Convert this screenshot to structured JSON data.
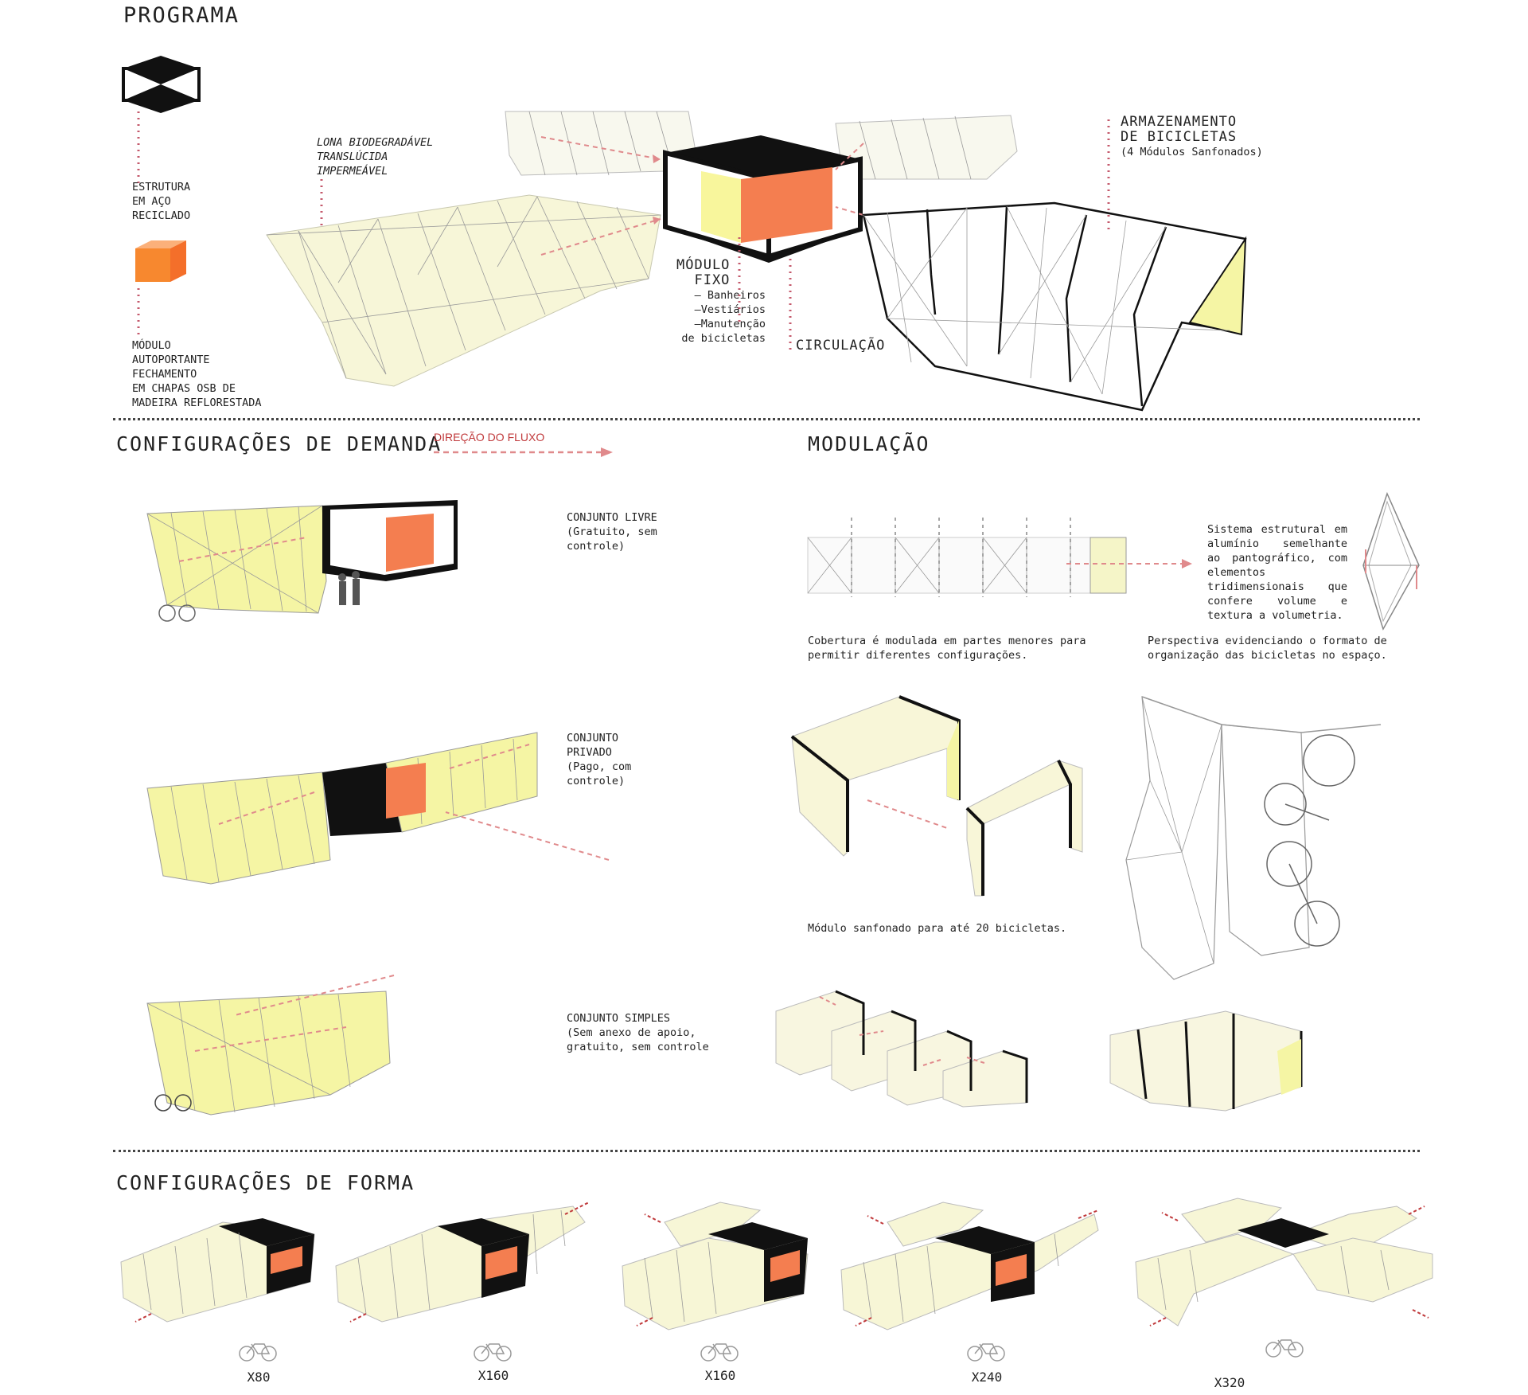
{
  "sections": {
    "programa": "PROGRAMA",
    "demanda": "CONFIGURAÇÕES DE DEMANDA",
    "modulacao": "MODULAÇÃO",
    "forma": "CONFIGURAÇÕES DE FORMA"
  },
  "programa": {
    "estrutura": "ESTRUTURA\nEM AÇO\nRECICLADO",
    "modulo_autoportante": "MÓDULO\nAUTOPORTANTE\nFECHAMENTO\nEM CHAPAS OSB DE\nMADEIRA REFLORESTADA",
    "lona": "LONA BIODEGRADÁVEL\nTRANSLÚCIDA\nIMPERMEÁVEL",
    "modulo_fixo_title": "MÓDULO\nFIXO",
    "modulo_fixo_items": "– Banheiros\n–Vestiários\n–Manutenção\nde bicicletas",
    "circulacao": "CIRCULAÇÃO",
    "armazenamento_title": "ARMAZENAMENTO\nDE BICICLETAS",
    "armazenamento_sub": "(4 Módulos Sanfonados)"
  },
  "demanda": {
    "fluxo": "DIREÇÃO DO FLUXO",
    "livre": "CONJUNTO LIVRE\n(Gratuito, sem\ncontrole)",
    "privado": "CONJUNTO\nPRIVADO\n(Pago, com\ncontrole)",
    "simples": "CONJUNTO SIMPLES\n(Sem anexo de apoio,\ngratuito, sem controle"
  },
  "modulacao": {
    "sistema": "Sistema estrutural em alumínio semelhante ao pantográfico, com elementos tridimensionais que confere volume e textura a volumetria.",
    "cobertura": "Cobertura é modulada em partes menores para\npermitir diferentes configurações.",
    "perspectiva": "Perspectiva evidenciando o formato de\norganização das bicicletas no espaço.",
    "sanfonado": "Módulo sanfonado para até 20 bicicletas."
  },
  "forma": {
    "counts": [
      "X80",
      "X160",
      "X160",
      "X240",
      "X320"
    ]
  },
  "colors": {
    "lona": "#f8f8c0",
    "orange": "#f47e50",
    "yellow": "#f5f5a4",
    "black": "#111111",
    "arrow": "#e08a8c"
  }
}
